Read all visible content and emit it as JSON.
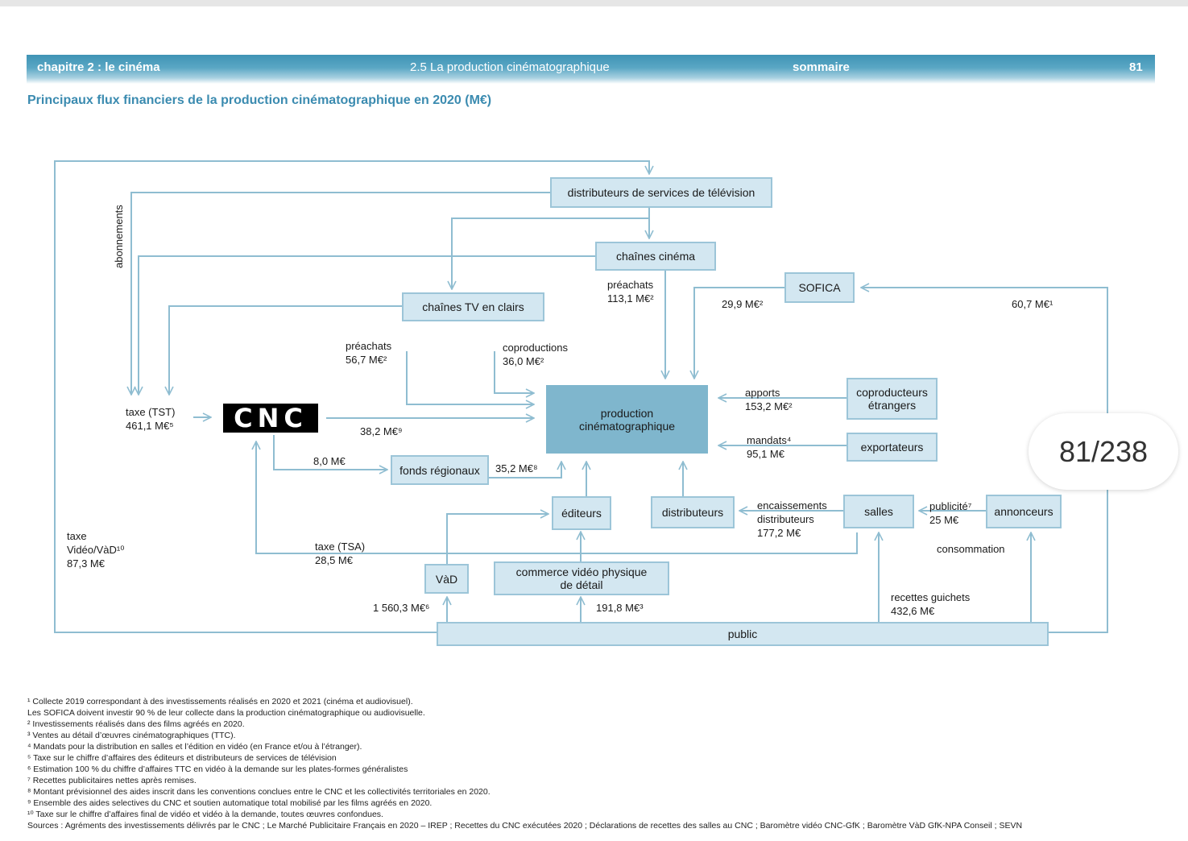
{
  "header": {
    "chapter": "chapitre 2 : le cinéma",
    "section": "2.5  La production cinématographique",
    "summary": "sommaire",
    "page": "81"
  },
  "title": "Principaux flux financiers de la production cinématographique en 2020 (M€)",
  "boxes": {
    "distributeurs_tv": "distributeurs de services de télévision",
    "chaines_cinema": "chaînes cinéma",
    "sofica": "SOFICA",
    "chaines_tv_clairs": "chaînes TV en clairs",
    "production": "production\ncinématographique",
    "coproducteurs": "coproducteurs\nétrangers",
    "exportateurs": "exportateurs",
    "cnc": "CNC",
    "fonds_regionaux": "fonds régionaux",
    "editeurs": "éditeurs",
    "distributeurs": "distributeurs",
    "salles": "salles",
    "annonceurs": "annonceurs",
    "vad": "VàD",
    "commerce": "commerce vidéo physique\nde détail",
    "public": "public"
  },
  "labels": {
    "abonnements": "abonnements",
    "preachats_cinema": "préachats\n113,1 M€²",
    "sofica_in": "29,9 M€²",
    "sofica_public": "60,7 M€¹",
    "preachats_clairs": "préachats\n56,7 M€²",
    "coproductions": "coproductions\n36,0 M€²",
    "apports": "apports\n153,2 M€²",
    "mandats": "mandats⁴\n95,1 M€",
    "taxe_tst": "taxe (TST)\n461,1 M€⁵",
    "cnc_prod": "38,2 M€⁹",
    "cnc_fonds": "8,0 M€",
    "fonds_prod": "35,2 M€⁸",
    "encaissements": "encaissements\ndistributeurs\n177,2 M€",
    "publicite": "publicité⁷\n25 M€",
    "taxe_video": "taxe\nVidéo/VàD¹⁰\n87,3 M€",
    "taxe_tsa": "taxe (TSA)\n28,5 M€",
    "consommation": "consommation",
    "vad_amount": "1 560,3 M€⁶",
    "commerce_amount": "191,8 M€³",
    "recettes": "recettes guichets\n432,6 M€"
  },
  "page_badge": "81/238",
  "footnotes": [
    "¹ Collecte 2019 correspondant à des investissements réalisés en 2020 et 2021 (cinéma et audiovisuel).",
    "Les SOFICA doivent investir 90 % de leur collecte dans la production cinématographique ou audiovisuelle.",
    "² Investissements réalisés dans des films agréés en 2020.",
    "³ Ventes au détail d’œuvres cinématographiques (TTC).",
    "⁴ Mandats pour la distribution en salles et l’édition en vidéo (en France et/ou à l’étranger).",
    "⁵ Taxe sur le chiffre d’affaires des éditeurs et distributeurs de services de télévision",
    "⁶ Estimation 100 % du chiffre d’affaires TTC en vidéo à la demande sur les plates-formes généralistes",
    "⁷ Recettes publicitaires nettes après remises.",
    "⁸ Montant prévisionnel des aides inscrit dans les conventions conclues entre le CNC et les collectivités territoriales en 2020.",
    "⁹ Ensemble des aides selectives du CNC et soutien automatique total mobilisé par les films agréés en 2020.",
    "¹⁰ Taxe sur le chiffre d’affaires final de vidéo et vidéo à la demande, toutes œuvres confondues.",
    "Sources : Agréments des investissements délivrés par le CNC ; Le Marché Publicitaire Français en 2020 – IREP ; Recettes du CNC exécutées 2020 ; Déclarations de recettes des salles au CNC ; Baromètre vidéo CNC-GfK ; Baromètre VàD GfK-NPA Conseil ; SEVN"
  ],
  "colors": {
    "accent": "#3b8bb0",
    "box": "#d3e7f1",
    "box_border": "#9cc5d8",
    "main_box": "#7fb6cd",
    "line": "#8fbdd1"
  }
}
